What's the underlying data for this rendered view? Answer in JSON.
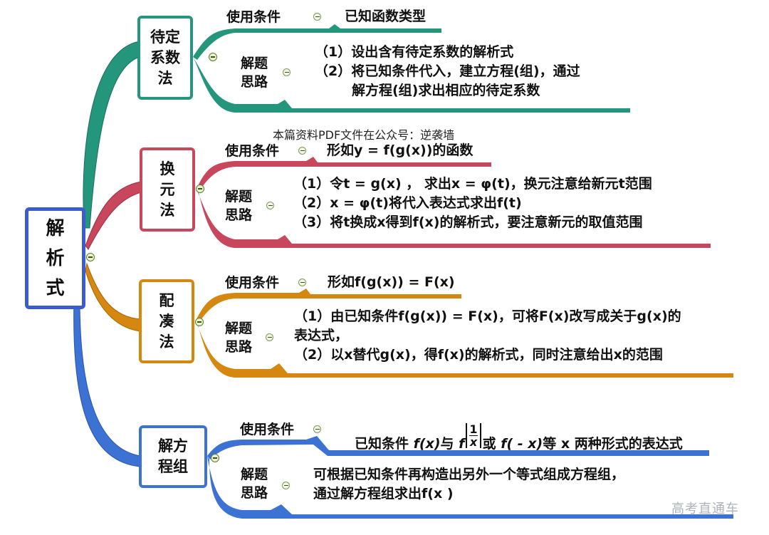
{
  "colors": {
    "root": "#3b5bd0",
    "branch_1": "#24967c",
    "branch_2": "#c8475d",
    "branch_3": "#d6870f",
    "branch_4": "#3c72d4",
    "watermark": "#aeb3b8"
  },
  "root": {
    "label": "解\n析\n式"
  },
  "notice": "本篇资料PDF文件在公众号：逆袭墙",
  "watermark": "高考直通车",
  "branches": [
    {
      "label": "待定\n系数\n法",
      "condition_label": "使用条件",
      "condition": "已知函数类型",
      "method_label": "解题\n思路",
      "steps": [
        "（1）设出含有待定系数的解析式",
        "（2）将已知条件代入，建立方程(组)，通过",
        "解方程(组)求出相应的待定系数"
      ]
    },
    {
      "label": "换\n元\n法",
      "condition_label": "使用条件",
      "condition": "形如y = f(g(x))的函数",
      "method_label": "解题\n思路",
      "steps": [
        "（1）令t = g(x) ， 求出x = φ(t)，换元注意给新元t范围",
        "（2）x = φ(t)将代入表达式求出f(t)",
        "（3）将t换成x得到f(x)的解析式，要注意新元的取值范围"
      ]
    },
    {
      "label": "配\n凑\n法",
      "condition_label": "使用条件",
      "condition": "形如f(g(x)) = F(x)",
      "method_label": "解题\n思路",
      "steps": [
        "（1）由已知条件f(g(x)) = F(x)，可将F(x)改写成关于g(x)的",
        "表达式，",
        "（2）以x替代g(x)，得f(x)的解析式，同时注意给出x的范围"
      ]
    },
    {
      "label": "解方\n程组",
      "condition_label": "使用条件",
      "condition_parts": {
        "prefix": "已知条件 ",
        "fx": "f(x)",
        "mid": "与 ",
        "f": "f",
        "frac_num": "1",
        "frac_den": "x",
        "or": "或 ",
        "fneg": "f( - x)",
        "suffix": "等 x 两种形式的表达式"
      },
      "method_label": "解题\n思路",
      "steps": [
        "可根据已知条件再构造出另外一个等式组成方程组，",
        "通过解方程组求出f(x )"
      ]
    }
  ]
}
